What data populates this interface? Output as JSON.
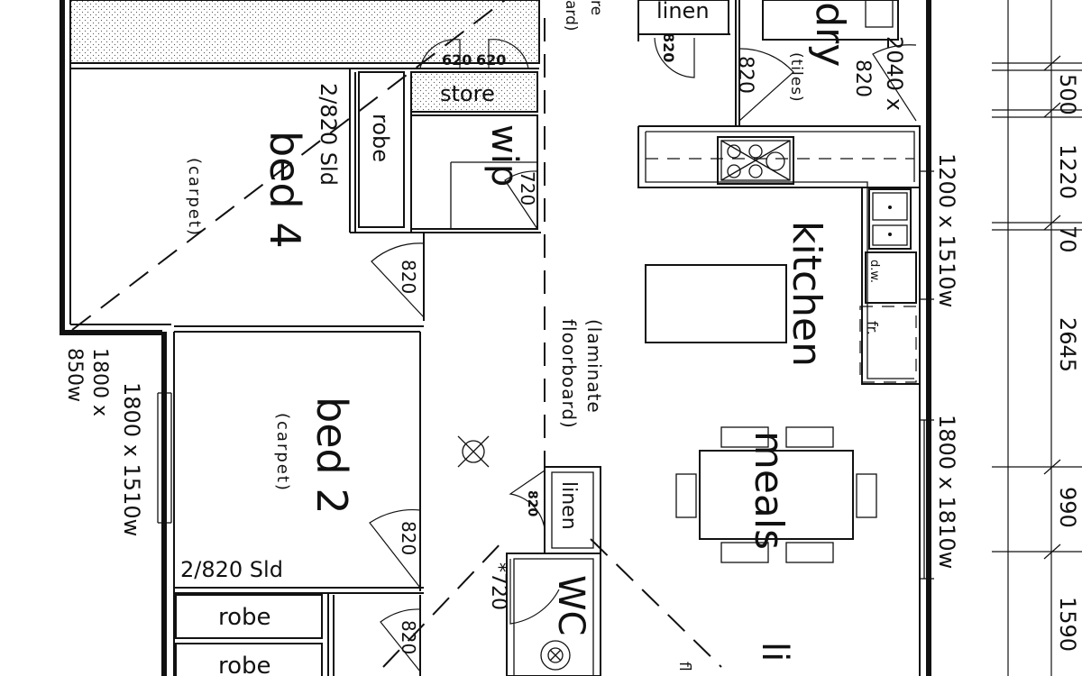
{
  "rooms": {
    "bed4": "bed 4",
    "bed2": "bed 2",
    "kitchen": "kitchen",
    "meals": "meals",
    "wip": "wip",
    "wc": "WC",
    "ldry": "ldry",
    "store": "store",
    "linen_top": "linen",
    "linen_mid": "linen",
    "robe_bed4": "robe",
    "robe_bed2_a": "robe",
    "robe_bed2_b": "robe",
    "fr": "fr.",
    "dw": "d.w.",
    "li_partial": "li",
    "fl_partial": "fl",
    "re_partial": "re",
    "ard_partial": "ard)"
  },
  "finishes": {
    "carpet_bed4": "(carpet)",
    "carpet_bed2": "(carpet)",
    "laminate": "(laminate",
    "floorboard": "floorboard)",
    "tiles": "(tiles)"
  },
  "doors": {
    "d620_a": "620",
    "d620_b": "620",
    "robe_bed4_sld": "2/820 Sld",
    "bed4_door": "820",
    "wip_door": "720",
    "bed2_door": "820",
    "bed2_sld": "2/820 Sld",
    "door_lower": "820",
    "wc_door": "*720",
    "linen_door": "820",
    "linen_top_door": "820",
    "ldry_door_a": "820",
    "ldry_door_b": "820"
  },
  "windows": {
    "bed4": [
      "1800 x",
      "850w"
    ],
    "bed2": "1800 x 1510w",
    "kitchen": "1200 x 1510w",
    "meals": "1800 x 1810w",
    "ldry": "2040 x"
  },
  "dimensions": {
    "d500": "500",
    "d1220": "1220",
    "d2645": "2645",
    "d990": "990",
    "d1590": "1590",
    "d70": "70"
  },
  "colors": {
    "ink": "#111111",
    "paper": "#ffffff"
  }
}
